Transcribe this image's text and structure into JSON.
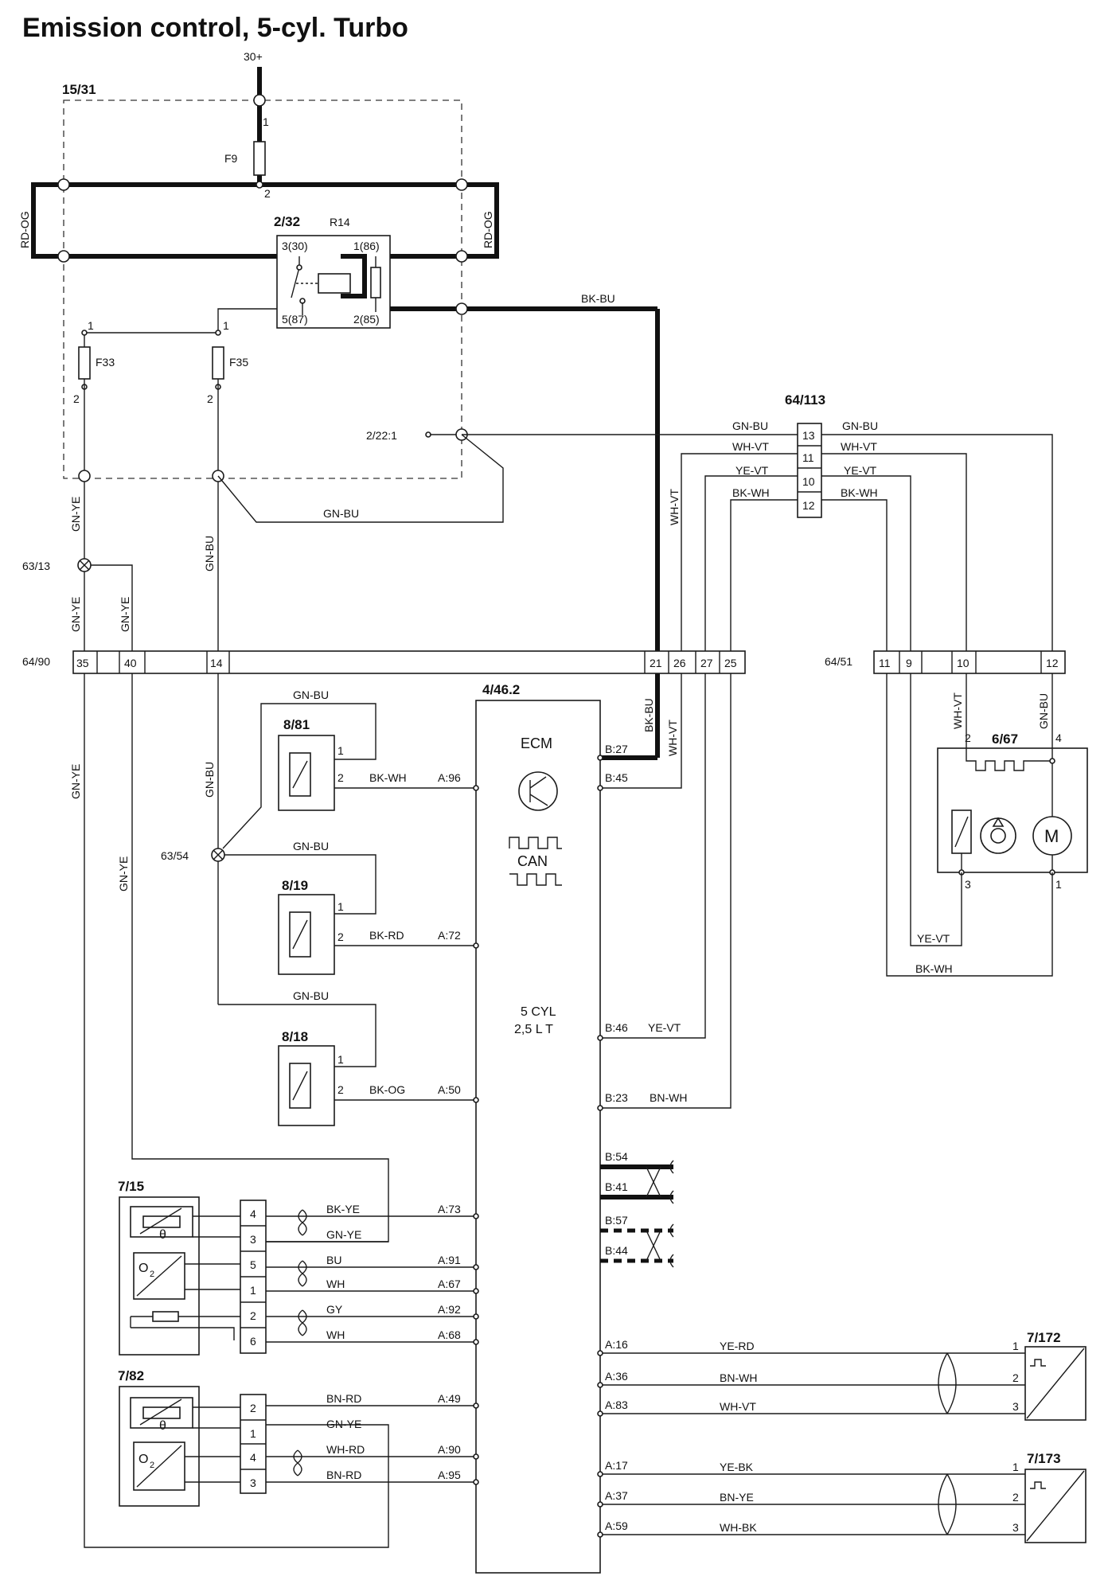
{
  "title": "Emission control, 5-cyl. Turbo",
  "power": {
    "supply": "30+",
    "box": "15/31",
    "fuse_main": "F9",
    "fuse_main_pins": [
      "1",
      "2"
    ],
    "wire_left": "RD-OG",
    "wire_right": "RD-OG"
  },
  "relay": {
    "id": "2/32",
    "ref": "R14",
    "pins": [
      "3(30)",
      "1(86)",
      "5(87)",
      "2(85)"
    ]
  },
  "fuses": [
    {
      "name": "F33",
      "pins": [
        "1",
        "2"
      ]
    },
    {
      "name": "F35",
      "pins": [
        "1",
        "2"
      ]
    }
  ],
  "ground_point": "2/22:1",
  "splices": [
    "63/13",
    "63/54"
  ],
  "connectors": {
    "c64_90": {
      "id": "64/90",
      "pins": [
        "35",
        "40",
        "14",
        "21",
        "26",
        "27",
        "25"
      ]
    },
    "c64_51": {
      "id": "64/51",
      "pins": [
        "11",
        "9",
        "10",
        "12"
      ]
    },
    "c64_113": {
      "id": "64/113",
      "pins": [
        "13",
        "11",
        "10",
        "12"
      ]
    }
  },
  "ecm": {
    "id": "4/46.2",
    "name": "ECM",
    "bus": "CAN",
    "engine_line1": "5 CYL",
    "engine_line2": "2,5 L T"
  },
  "ecm_pins": {
    "b27": "B:27",
    "b45": "B:45",
    "b46": "B:46",
    "b23": "B:23",
    "b54": "B:54",
    "b41": "B:41",
    "b57": "B:57",
    "b44": "B:44",
    "a96": "A:96",
    "a72": "A:72",
    "a50": "A:50",
    "a73": "A:73",
    "a91": "A:91",
    "a67": "A:67",
    "a92": "A:92",
    "a68": "A:68",
    "a49": "A:49",
    "a90": "A:90",
    "a95": "A:95",
    "a16": "A:16",
    "a36": "A:36",
    "a83": "A:83",
    "a17": "A:17",
    "a37": "A:37",
    "a59": "A:59"
  },
  "wires": {
    "bk_bu": "BK-BU",
    "gn_bu": "GN-BU",
    "gn_ye": "GN-YE",
    "wh_vt": "WH-VT",
    "ye_vt": "YE-VT",
    "bk_wh": "BK-WH",
    "bk_rd": "BK-RD",
    "bk_og": "BK-OG",
    "bn_wh": "BN-WH",
    "bk_ye": "BK-YE",
    "bu": "BU",
    "wh": "WH",
    "gy": "GY",
    "bn_rd": "BN-RD",
    "wh_rd": "WH-RD",
    "ye_rd": "YE-RD",
    "ye_bk": "YE-BK",
    "bn_ye": "BN-YE",
    "wh_bk": "WH-BK"
  },
  "components": {
    "inj1": {
      "id": "8/81",
      "pins": [
        "1",
        "2"
      ]
    },
    "inj2": {
      "id": "8/19",
      "pins": [
        "1",
        "2"
      ]
    },
    "inj3": {
      "id": "8/18",
      "pins": [
        "1",
        "2"
      ]
    },
    "sensor_front": {
      "id": "7/15",
      "pins": [
        "4",
        "3",
        "5",
        "1",
        "2",
        "6"
      ],
      "theta": "θ",
      "o2": "O",
      "o2_sub": "2"
    },
    "sensor_rear": {
      "id": "7/82",
      "pins": [
        "2",
        "1",
        "4",
        "3"
      ],
      "theta": "θ",
      "o2": "O",
      "o2_sub": "2"
    },
    "pump": {
      "id": "6/67",
      "pins": [
        "2",
        "4",
        "3",
        "1"
      ],
      "motor": "M"
    },
    "sensor_172": {
      "id": "7/172",
      "pins": [
        "1",
        "2",
        "3"
      ]
    },
    "sensor_173": {
      "id": "7/173",
      "pins": [
        "1",
        "2",
        "3"
      ]
    }
  }
}
